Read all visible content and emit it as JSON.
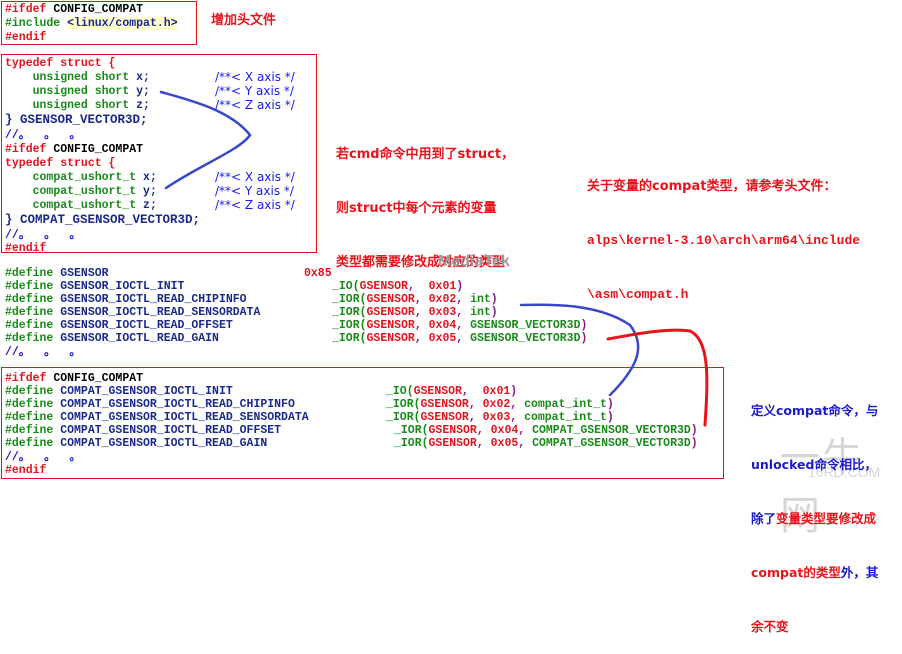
{
  "block_include": {
    "lines": [
      {
        "directive": "#ifdef",
        "rest": " CONFIG_COMPAT"
      },
      {
        "directive": "#include",
        "rest": "<linux/compat.h>"
      },
      {
        "directive": "#endif",
        "rest": ""
      }
    ],
    "note": "增加头文件"
  },
  "block_struct": {
    "typedef_line": "typedef struct {",
    "fields": [
      {
        "type": "unsigned short",
        "name": "x;",
        "comment": "/**< X axis */"
      },
      {
        "type": "unsigned short",
        "name": "y;",
        "comment": "/**< Y axis */"
      },
      {
        "type": "unsigned short",
        "name": "z;",
        "comment": "/**< Z axis */"
      }
    ],
    "close": "} GSENSOR_VECTOR3D;",
    "sep": "//。  。  。",
    "ifdef": "#ifdef",
    "ifdef_rest": " CONFIG_COMPAT",
    "typedef_line2": "typedef struct {",
    "compat_fields": [
      {
        "type": "compat_ushort_t",
        "name": "x;",
        "comment": "/**< X axis */"
      },
      {
        "type": "compat_ushort_t",
        "name": "y;",
        "comment": "/**< Y axis */"
      },
      {
        "type": "compat_ushort_t",
        "name": "z;",
        "comment": "/**< Z axis */"
      }
    ],
    "close2": "} COMPAT_GSENSOR_VECTOR3D;",
    "sep2": "//。  。  。",
    "endif": "#endif"
  },
  "note_struct": {
    "lines": [
      "若cmd命令中用到了struct，",
      "则struct中每个元素的变量",
      "类型都需要修改成对应的类型"
    ]
  },
  "note_compat_header": {
    "lines": [
      "关于变量的compat类型，请参考头文件：",
      "alps\\kernel-3.10\\arch\\arm64\\include",
      "\\asm\\compat.h"
    ]
  },
  "watermark": "MediaTek",
  "defines": {
    "gsensor": {
      "directive": "#define",
      "name": "GSENSOR",
      "value": "0x85"
    },
    "lines": [
      {
        "directive": "#define",
        "name": "GSENSOR_IOCTL_INIT",
        "macro": "_IO(",
        "arg1": "GSENSOR",
        "arg2": "0x01",
        "arg3": ""
      },
      {
        "directive": "#define",
        "name": "GSENSOR_IOCTL_READ_CHIPINFO",
        "macro": "_IOR(",
        "arg1": "GSENSOR",
        "arg2": "0x02",
        "arg3": "int"
      },
      {
        "directive": "#define",
        "name": "GSENSOR_IOCTL_READ_SENSORDATA",
        "macro": "_IOR(",
        "arg1": "GSENSOR",
        "arg2": "0x03",
        "arg3": "int"
      },
      {
        "directive": "#define",
        "name": "GSENSOR_IOCTL_READ_OFFSET",
        "macro": "_IOR(",
        "arg1": "GSENSOR",
        "arg2": "0x04",
        "arg3": "GSENSOR_VECTOR3D"
      },
      {
        "directive": "#define",
        "name": "GSENSOR_IOCTL_READ_GAIN",
        "macro": "_IOR(",
        "arg1": "GSENSOR",
        "arg2": "0x05",
        "arg3": "GSENSOR_VECTOR3D"
      }
    ],
    "sep": "//。  。  。"
  },
  "compat_defines": {
    "ifdef": "#ifdef",
    "ifdef_rest": " CONFIG_COMPAT",
    "lines": [
      {
        "directive": "#define",
        "name": "COMPAT_GSENSOR_IOCTL_INIT",
        "macro": "_IO(",
        "arg1": "GSENSOR",
        "arg2": "0x01",
        "arg3": ""
      },
      {
        "directive": "#define",
        "name": "COMPAT_GSENSOR_IOCTL_READ_CHIPINFO",
        "macro": "_IOR(",
        "arg1": "GSENSOR",
        "arg2": "0x02",
        "arg3": "compat_int_t"
      },
      {
        "directive": "#define",
        "name": "COMPAT_GSENSOR_IOCTL_READ_SENSORDATA",
        "macro": "_IOR(",
        "arg1": "GSENSOR",
        "arg2": "0x03",
        "arg3": "compat_int_t"
      },
      {
        "directive": "#define",
        "name": "COMPAT_GSENSOR_IOCTL_READ_OFFSET",
        "macro": "_IOR(",
        "arg1": "GSENSOR",
        "arg2": "0x04",
        "arg3": "COMPAT_GSENSOR_VECTOR3D"
      },
      {
        "directive": "#define",
        "name": "COMPAT_GSENSOR_IOCTL_READ_GAIN",
        "macro": "_IOR(",
        "arg1": "GSENSOR",
        "arg2": "0x05",
        "arg3": "COMPAT_GSENSOR_VECTOR3D"
      }
    ],
    "sep": "//。  。  。",
    "endif": "#endif"
  },
  "note_compat_cmd": {
    "line1": "定义compat命令，与",
    "line2": "unlocked命令相比，",
    "line3_blue": "除了",
    "line3_red": "变量类型要修改成",
    "line4_red": "compat的类型",
    "line4_blue": "外，其",
    "line5": "余不变"
  },
  "site_watermark": {
    "cn": "一牛网",
    "en": "16RD.COM"
  },
  "colors": {
    "box_border": "#e0141c",
    "arrow_blue": "#3a48c8",
    "arrow_red": "#e8141c"
  }
}
